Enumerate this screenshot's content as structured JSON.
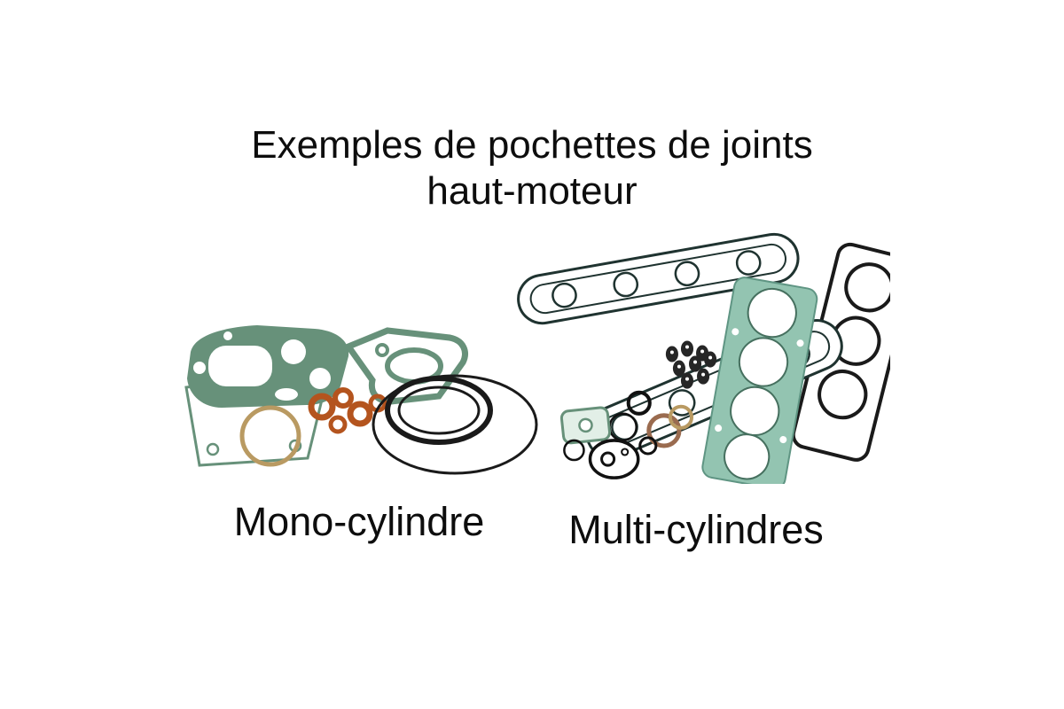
{
  "title": {
    "line1": "Exemples de pochettes de joints",
    "line2": "haut-moteur"
  },
  "figures": {
    "mono": {
      "caption": "Mono-cylindre",
      "image": "mono-cylinder-gasket-kit-photo"
    },
    "multi": {
      "caption": "Multi-cylindres",
      "image": "multi-cylinder-gasket-kit-photo"
    }
  },
  "colors": {
    "background": "#ffffff",
    "text": "#0d0d0d",
    "gasket_green": "#67917a",
    "gasket_teal": "#93c4b1",
    "copper_washer": "#b4541e",
    "rubber_black": "#1a1a1a",
    "tan_ring": "#b99a62"
  }
}
